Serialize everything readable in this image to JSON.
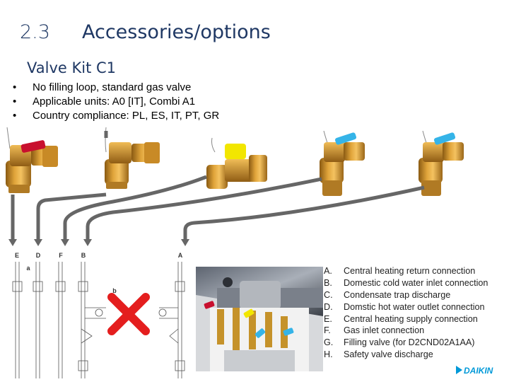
{
  "header": {
    "section_number": "2.3",
    "section_title": "Accessories/options",
    "kit_title": "Valve Kit C1"
  },
  "bullets": [
    "No filling loop, standard gas valve",
    "Applicable units: A0 [IT], Combi A1",
    "Country compliance: PL, ES, IT, PT, GR"
  ],
  "valve_colors": [
    "#c8102e",
    "#f2e600",
    "#35b4e8",
    "#35b4e8"
  ],
  "diagram": {
    "labels_top": [
      "E",
      "D",
      "F",
      "B",
      "A"
    ],
    "label_a": "a",
    "label_b": "b"
  },
  "legend": [
    {
      "key": "A.",
      "text": "Central heating return connection"
    },
    {
      "key": "B.",
      "text": "Domestic cold water inlet connection"
    },
    {
      "key": "C.",
      "text": "Condensate trap discharge"
    },
    {
      "key": "D.",
      "text": "Domstic hot water outlet connection"
    },
    {
      "key": "E.",
      "text": "Central heating supply connection"
    },
    {
      "key": "F.",
      "text": "Gas inlet connection"
    },
    {
      "key": "G.",
      "text": "Filling valve (for D2CND02A1AA)"
    },
    {
      "key": "H.",
      "text": "Safety valve discharge"
    }
  ],
  "logo": {
    "brand": "DAIKIN",
    "color": "#0099d8"
  }
}
